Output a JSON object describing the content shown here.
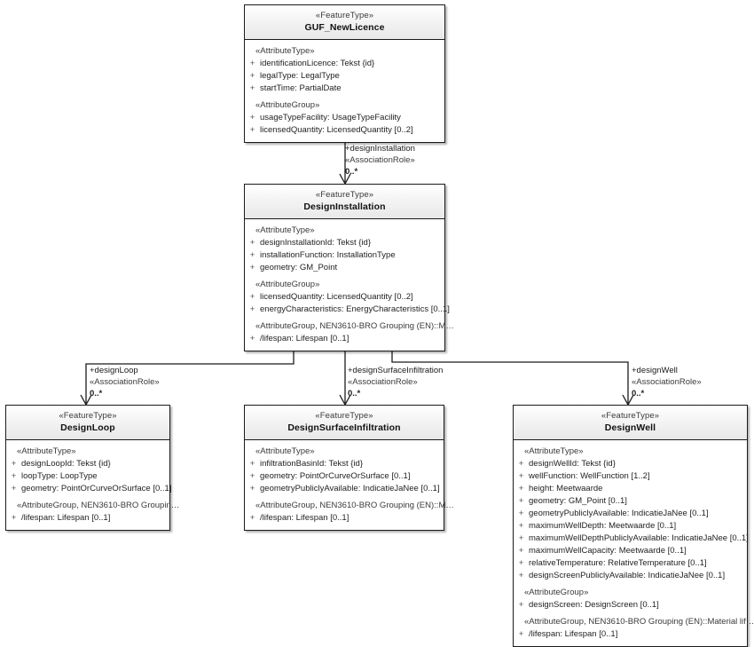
{
  "diagram": {
    "type": "uml-class-diagram",
    "classes": [
      {
        "id": "guf-newlicence",
        "stereotype": "«FeatureType»",
        "name": "GUF_NewLicence",
        "compartments": [
          {
            "group": "«AttributeType»",
            "attributes": [
              {
                "visibility": "+",
                "text": "identificationLicence: Tekst {id}"
              },
              {
                "visibility": "+",
                "text": "legalType: LegalType"
              },
              {
                "visibility": "+",
                "text": "startTime: PartialDate"
              }
            ]
          },
          {
            "group": "«AttributeGroup»",
            "attributes": [
              {
                "visibility": "+",
                "text": "usageTypeFacility: UsageTypeFacility"
              },
              {
                "visibility": "+",
                "text": "licensedQuantity: LicensedQuantity [0..2]"
              }
            ]
          }
        ]
      },
      {
        "id": "design-installation",
        "stereotype": "«FeatureType»",
        "name": "DesignInstallation",
        "compartments": [
          {
            "group": "«AttributeType»",
            "attributes": [
              {
                "visibility": "+",
                "text": "designInstallationId: Tekst {id}"
              },
              {
                "visibility": "+",
                "text": "installationFunction: InstallationType"
              },
              {
                "visibility": "+",
                "text": "geometry: GM_Point"
              }
            ]
          },
          {
            "group": "«AttributeGroup»",
            "attributes": [
              {
                "visibility": "+",
                "text": "licensedQuantity: LicensedQuantity [0..2]"
              },
              {
                "visibility": "+",
                "text": "energyCharacteristics: EnergyCharacteristics [0..1]"
              }
            ]
          },
          {
            "group": "«AttributeGroup, NEN3610-BRO Grouping (EN)::M…",
            "attributes": [
              {
                "visibility": "+",
                "text": "/lifespan: Lifespan [0..1]"
              }
            ]
          }
        ]
      },
      {
        "id": "design-loop",
        "stereotype": "«FeatureType»",
        "name": "DesignLoop",
        "compartments": [
          {
            "group": "«AttributeType»",
            "attributes": [
              {
                "visibility": "+",
                "text": "designLoopId: Tekst {id}"
              },
              {
                "visibility": "+",
                "text": "loopType: LoopType"
              },
              {
                "visibility": "+",
                "text": "geometry: PointOrCurveOrSurface [0..1]"
              }
            ]
          },
          {
            "group": "«AttributeGroup, NEN3610-BRO Groupin…",
            "attributes": [
              {
                "visibility": "+",
                "text": "/lifespan: Lifespan [0..1]"
              }
            ]
          }
        ]
      },
      {
        "id": "design-surface-infiltration",
        "stereotype": "«FeatureType»",
        "name": "DesignSurfaceInfiltration",
        "compartments": [
          {
            "group": "«AttributeType»",
            "attributes": [
              {
                "visibility": "+",
                "text": "infiltrationBasinId: Tekst {id}"
              },
              {
                "visibility": "+",
                "text": "geometry: PointOrCurveOrSurface [0..1]"
              },
              {
                "visibility": "+",
                "text": "geometryPubliclyAvailable: IndicatieJaNee [0..1]"
              }
            ]
          },
          {
            "group": "«AttributeGroup, NEN3610-BRO Grouping (EN)::M…",
            "attributes": [
              {
                "visibility": "+",
                "text": "/lifespan: Lifespan [0..1]"
              }
            ]
          }
        ]
      },
      {
        "id": "design-well",
        "stereotype": "«FeatureType»",
        "name": "DesignWell",
        "compartments": [
          {
            "group": "«AttributeType»",
            "attributes": [
              {
                "visibility": "+",
                "text": "designWellId: Tekst {id}"
              },
              {
                "visibility": "+",
                "text": "wellFunction: WellFunction [1..2]"
              },
              {
                "visibility": "+",
                "text": "height: Meetwaarde"
              },
              {
                "visibility": "+",
                "text": "geometry: GM_Point [0..1]"
              },
              {
                "visibility": "+",
                "text": "geometryPubliclyAvailable: IndicatieJaNee [0..1]"
              },
              {
                "visibility": "+",
                "text": "maximumWellDepth: Meetwaarde [0..1]"
              },
              {
                "visibility": "+",
                "text": "maximumWellDepthPubliclyAvailable: IndicatieJaNee [0..1]"
              },
              {
                "visibility": "+",
                "text": "maximumWellCapacity: Meetwaarde [0..1]"
              },
              {
                "visibility": "+",
                "text": "relativeTemperature: RelativeTemperature [0..1]"
              },
              {
                "visibility": "+",
                "text": "designScreenPubliclyAvailable: IndicatieJaNee [0..1]"
              }
            ]
          },
          {
            "group": "«AttributeGroup»",
            "attributes": [
              {
                "visibility": "+",
                "text": "designScreen: DesignScreen [0..1]"
              }
            ]
          },
          {
            "group": "«AttributeGroup, NEN3610-BRO Grouping (EN)::Material lif…",
            "attributes": [
              {
                "visibility": "+",
                "text": "/lifespan: Lifespan [0..1]"
              }
            ]
          }
        ]
      }
    ],
    "associations": [
      {
        "id": "assoc-design-installation",
        "role": "+designInstallation",
        "stereotype": "«AssociationRole»",
        "multiplicity": "0..*"
      },
      {
        "id": "assoc-design-loop",
        "role": "+designLoop",
        "stereotype": "«AssociationRole»",
        "multiplicity": "0..*"
      },
      {
        "id": "assoc-design-surface-infiltration",
        "role": "+designSurfaceInfiltration",
        "stereotype": "«AssociationRole»",
        "multiplicity": "0..*"
      },
      {
        "id": "assoc-design-well",
        "role": "+designWell",
        "stereotype": "«AssociationRole»",
        "multiplicity": "0..*"
      }
    ],
    "colors": {
      "border": "#1b1b1b",
      "header_fill": "#eeeeee",
      "body_fill": "#ffffff",
      "text": "#1f1f1f",
      "stereotype_text": "#3a3a3a",
      "connector": "#1b1b1b",
      "canvas": "#ffffff"
    }
  }
}
